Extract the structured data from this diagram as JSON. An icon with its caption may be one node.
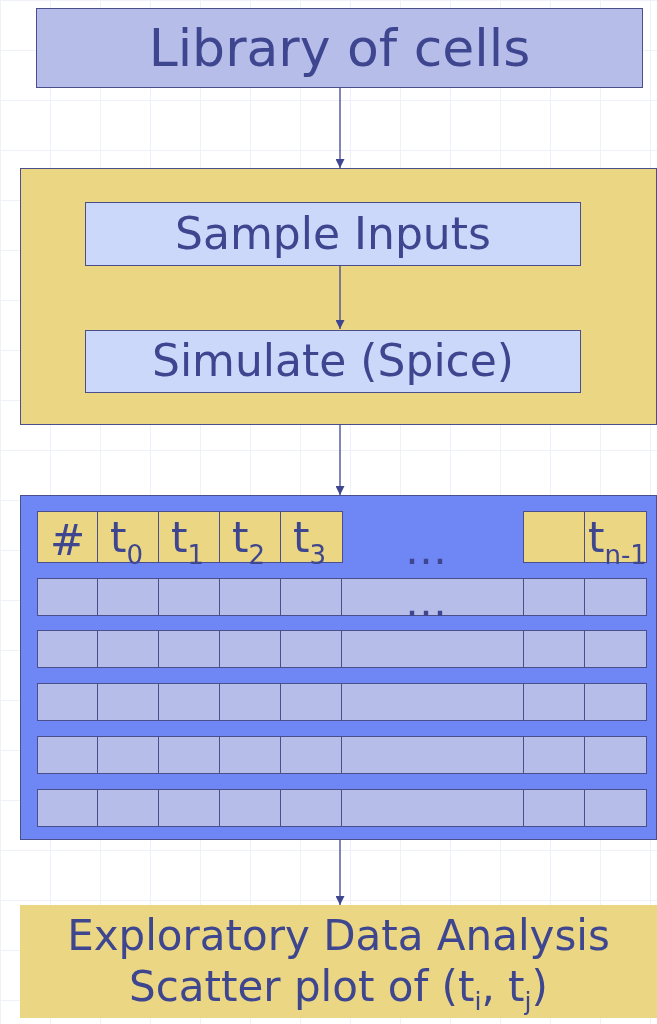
{
  "diagram": {
    "nodes": [
      {
        "text": [
          "Library of cells"
        ]
      },
      {
        "text": [],
        "shape": "box"
      },
      {
        "text": [
          "Sample Inputs"
        ],
        "in": 1
      },
      {
        "text": [
          "Simulate (Spice)"
        ],
        "in": 1
      },
      {
        "text": [],
        "shape": "box"
      },
      {
        "text": [
          "Exploratory Data Analysis",
          "Scatter plot of (t$_{i}$, t$_{j}$)"
        ]
      }
    ],
    "edges": [
      {
        "from": 0,
        "to": 1,
        "arrow": "to"
      },
      {
        "from": 2,
        "to": 3,
        "arrow": "to"
      },
      {
        "from": 1,
        "to": 4,
        "arrow": "to"
      },
      {
        "from": 4,
        "to": 5,
        "arrow": "to"
      }
    ],
    "labels": [
      "#",
      "t$_{0}$",
      "t$_{1}$",
      "t$_{2}$",
      "t$_{3}$",
      "…",
      "t$_{n-1}$",
      "…"
    ]
  }
}
